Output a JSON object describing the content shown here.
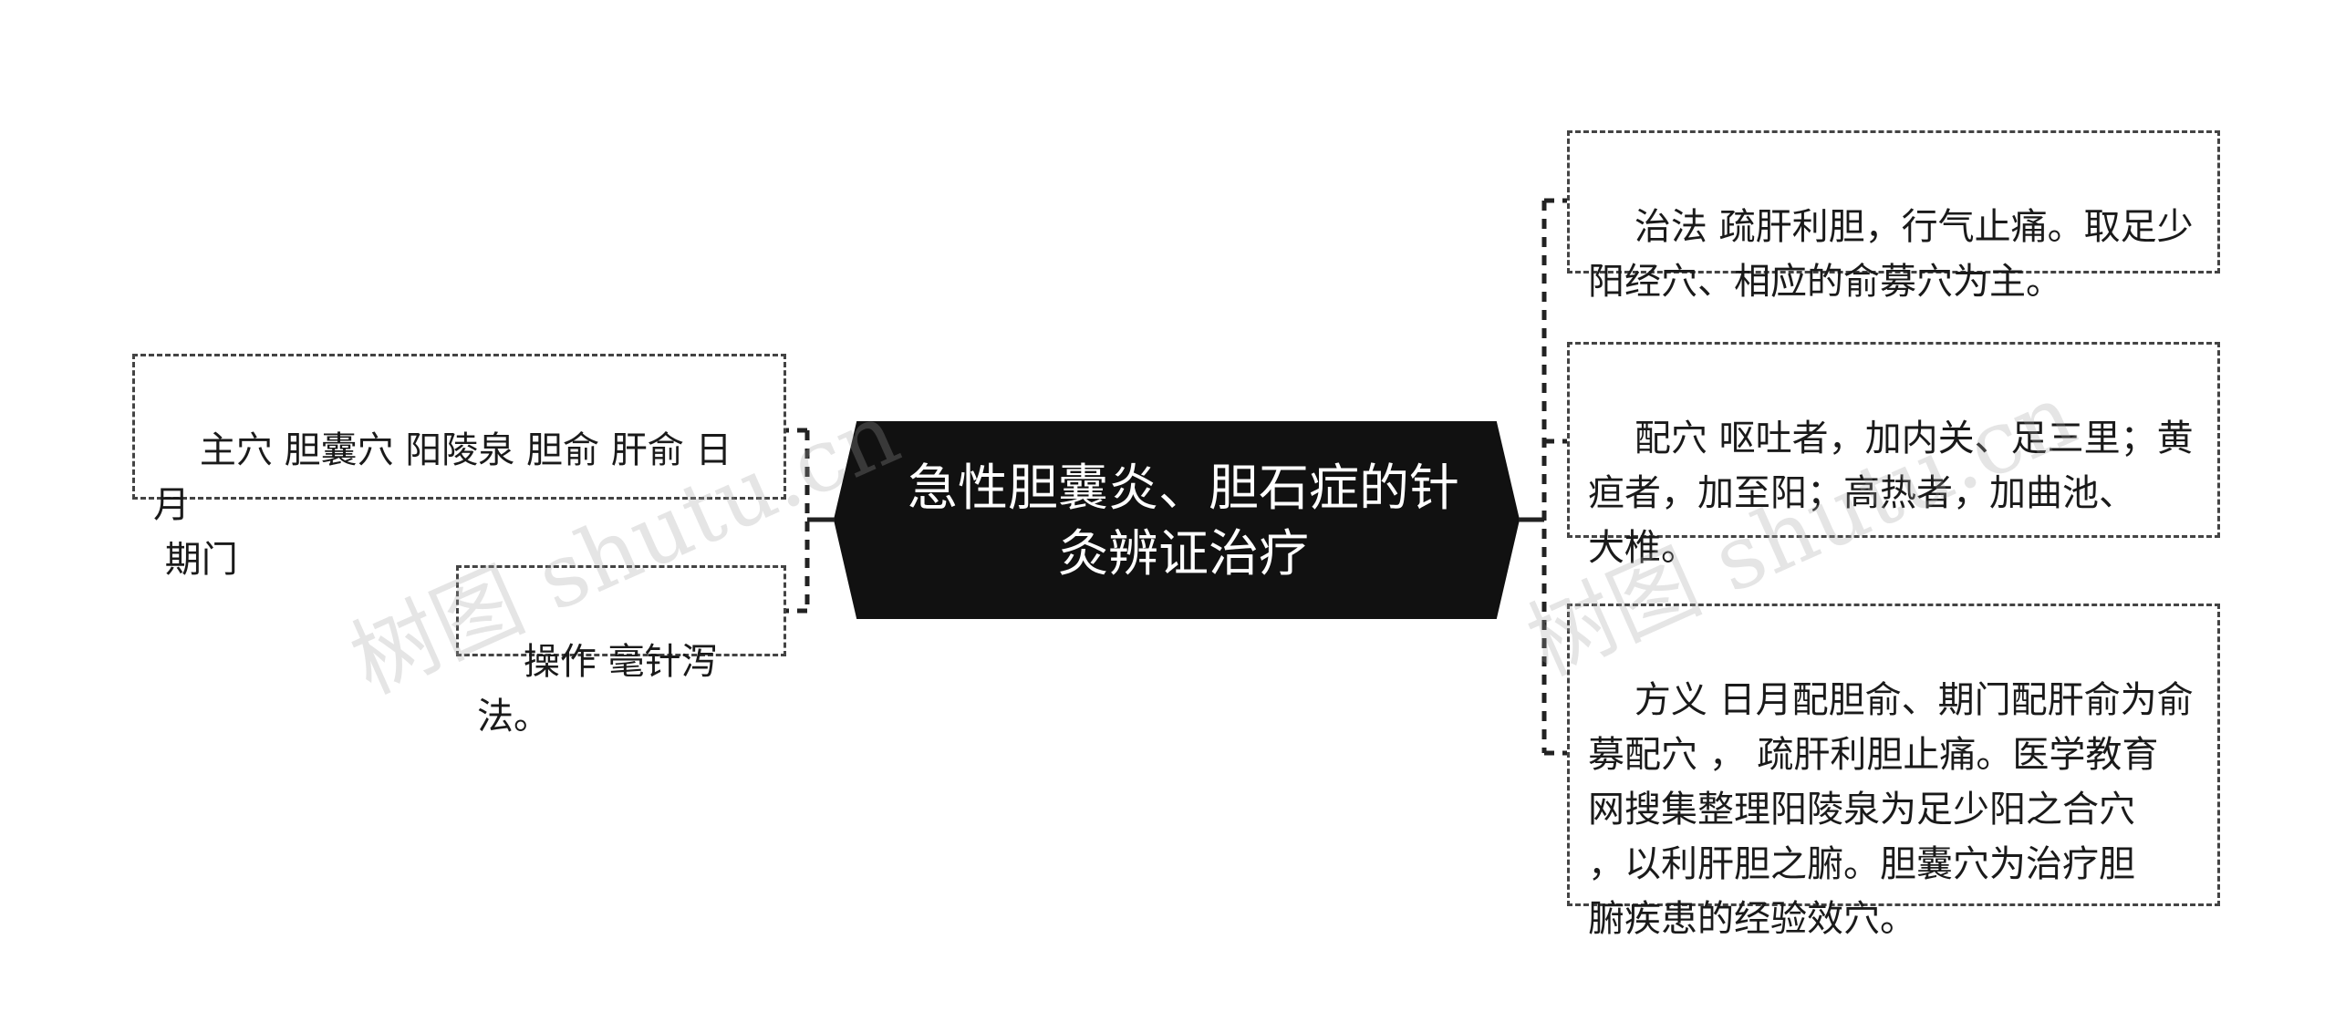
{
  "center": {
    "text": "急性胆囊炎、胆石症的针\n灸辨证治疗"
  },
  "left": [
    {
      "text": "主穴 胆囊穴 阳陵泉 胆俞 肝俞 日月\n 期门"
    },
    {
      "text": "操作 毫针泻法。"
    }
  ],
  "right": [
    {
      "text": "治法 疏肝利胆，行气止痛。取足少\n阳经穴、相应的俞募穴为主。"
    },
    {
      "text": "配穴 呕吐者，加内关、足三里；黄\n疸者，加至阳；高热者，加曲池、\n大椎。"
    },
    {
      "text": "方义 日月配胆俞、期门配肝俞为俞\n募配穴 ， 疏肝利胆止痛。医学教育\n网搜集整理阳陵泉为足少阳之合穴\n，以利肝胆之腑。胆囊穴为治疗胆\n腑疾患的经验效穴。"
    }
  ],
  "watermark": "树图 shutu.cn",
  "colors": {
    "center_fill": "#111111",
    "line": "#222222",
    "border": "#444444"
  }
}
